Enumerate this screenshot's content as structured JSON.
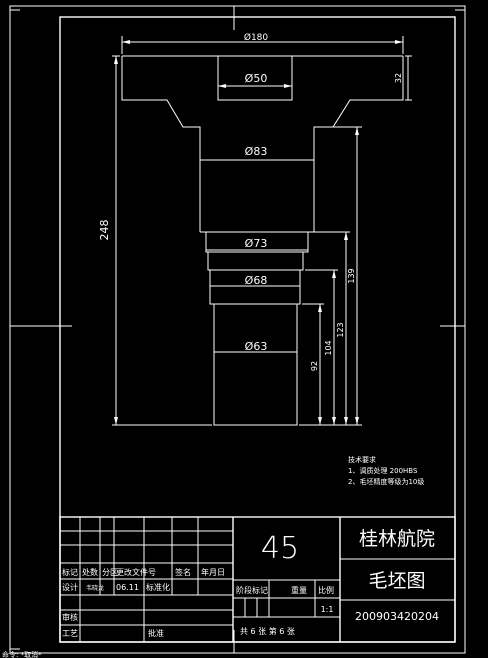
{
  "drawing": {
    "dims": {
      "d180": "Ø180",
      "d50": "Ø50",
      "d83": "Ø83",
      "d73": "Ø73",
      "d68": "Ø68",
      "d63": "Ø63",
      "h32": "32",
      "h248": "248",
      "h139": "139",
      "h123": "123",
      "h104": "104",
      "h92": "92"
    },
    "notes": {
      "title": "技术要求",
      "line1": "1、调质处理  200HBS",
      "line2": "2、毛坯精度等级为10级"
    }
  },
  "title_block": {
    "material": "45",
    "school": "桂林航院",
    "drawing_name": "毛坯图",
    "drawing_number": "200903420204",
    "scale": "1:1",
    "labels": {
      "mark": "标记",
      "count": "处数",
      "zone": "分区",
      "doc_no": "更改文件号",
      "sign": "签名",
      "date": "年月日",
      "design": "设计",
      "standardize": "标准化",
      "review": "审核",
      "process": "工艺",
      "approve": "批准",
      "stage_mark": "阶段标记",
      "weight": "重量",
      "scale_label": "比例",
      "sheets": "共 6 张 第 6 张"
    },
    "designer": "韦晓龙",
    "design_date": "06.11"
  },
  "status_bar": {
    "text": "命令: *取消*"
  }
}
